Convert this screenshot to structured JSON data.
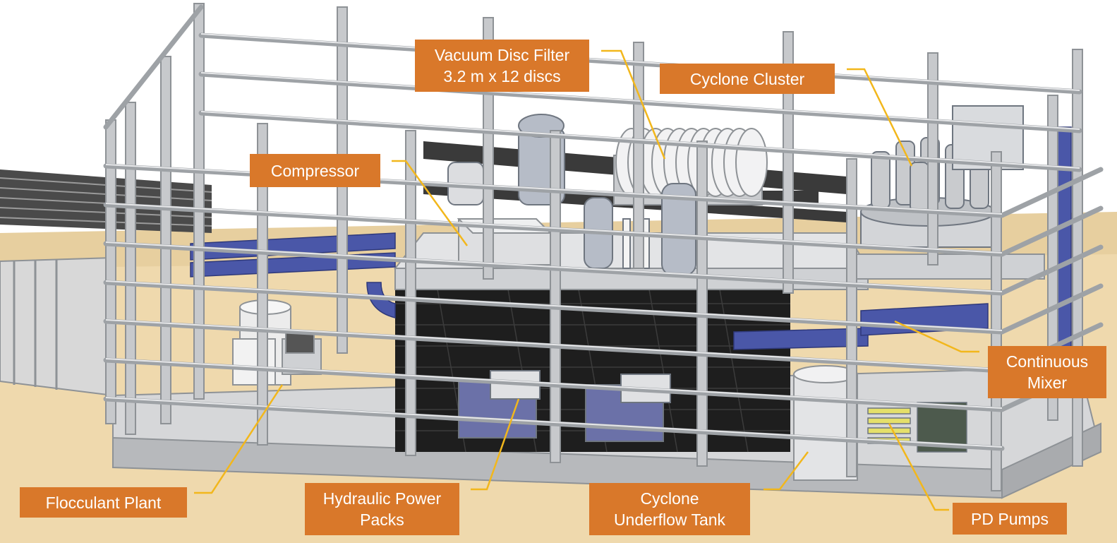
{
  "diagram": {
    "labels": {
      "vacuum_disc_filter": "Vacuum Disc Filter\n3.2 m x 12 discs",
      "cyclone_cluster": "Cyclone Cluster",
      "compressor": "Compressor",
      "continuous_mixer": "Continuous\nMixer",
      "flocculant_plant": "Flocculant Plant",
      "hydraulic_power_packs": "Hydraulic Power\nPacks",
      "cyclone_underflow_tank": "Cyclone\nUnderflow Tank",
      "pd_pumps": "PD Pumps"
    },
    "colors": {
      "callout_fill": "#d9782a",
      "callout_text": "#ffffff",
      "leader_line": "#f2b71c",
      "ground": "#efd9ad",
      "steel": "#c7c9cc",
      "steel_dark": "#8e9296",
      "pipe_blue": "#4a57a8",
      "tank": "#e8e8e8",
      "interior_dark": "#1e1e1e"
    }
  }
}
